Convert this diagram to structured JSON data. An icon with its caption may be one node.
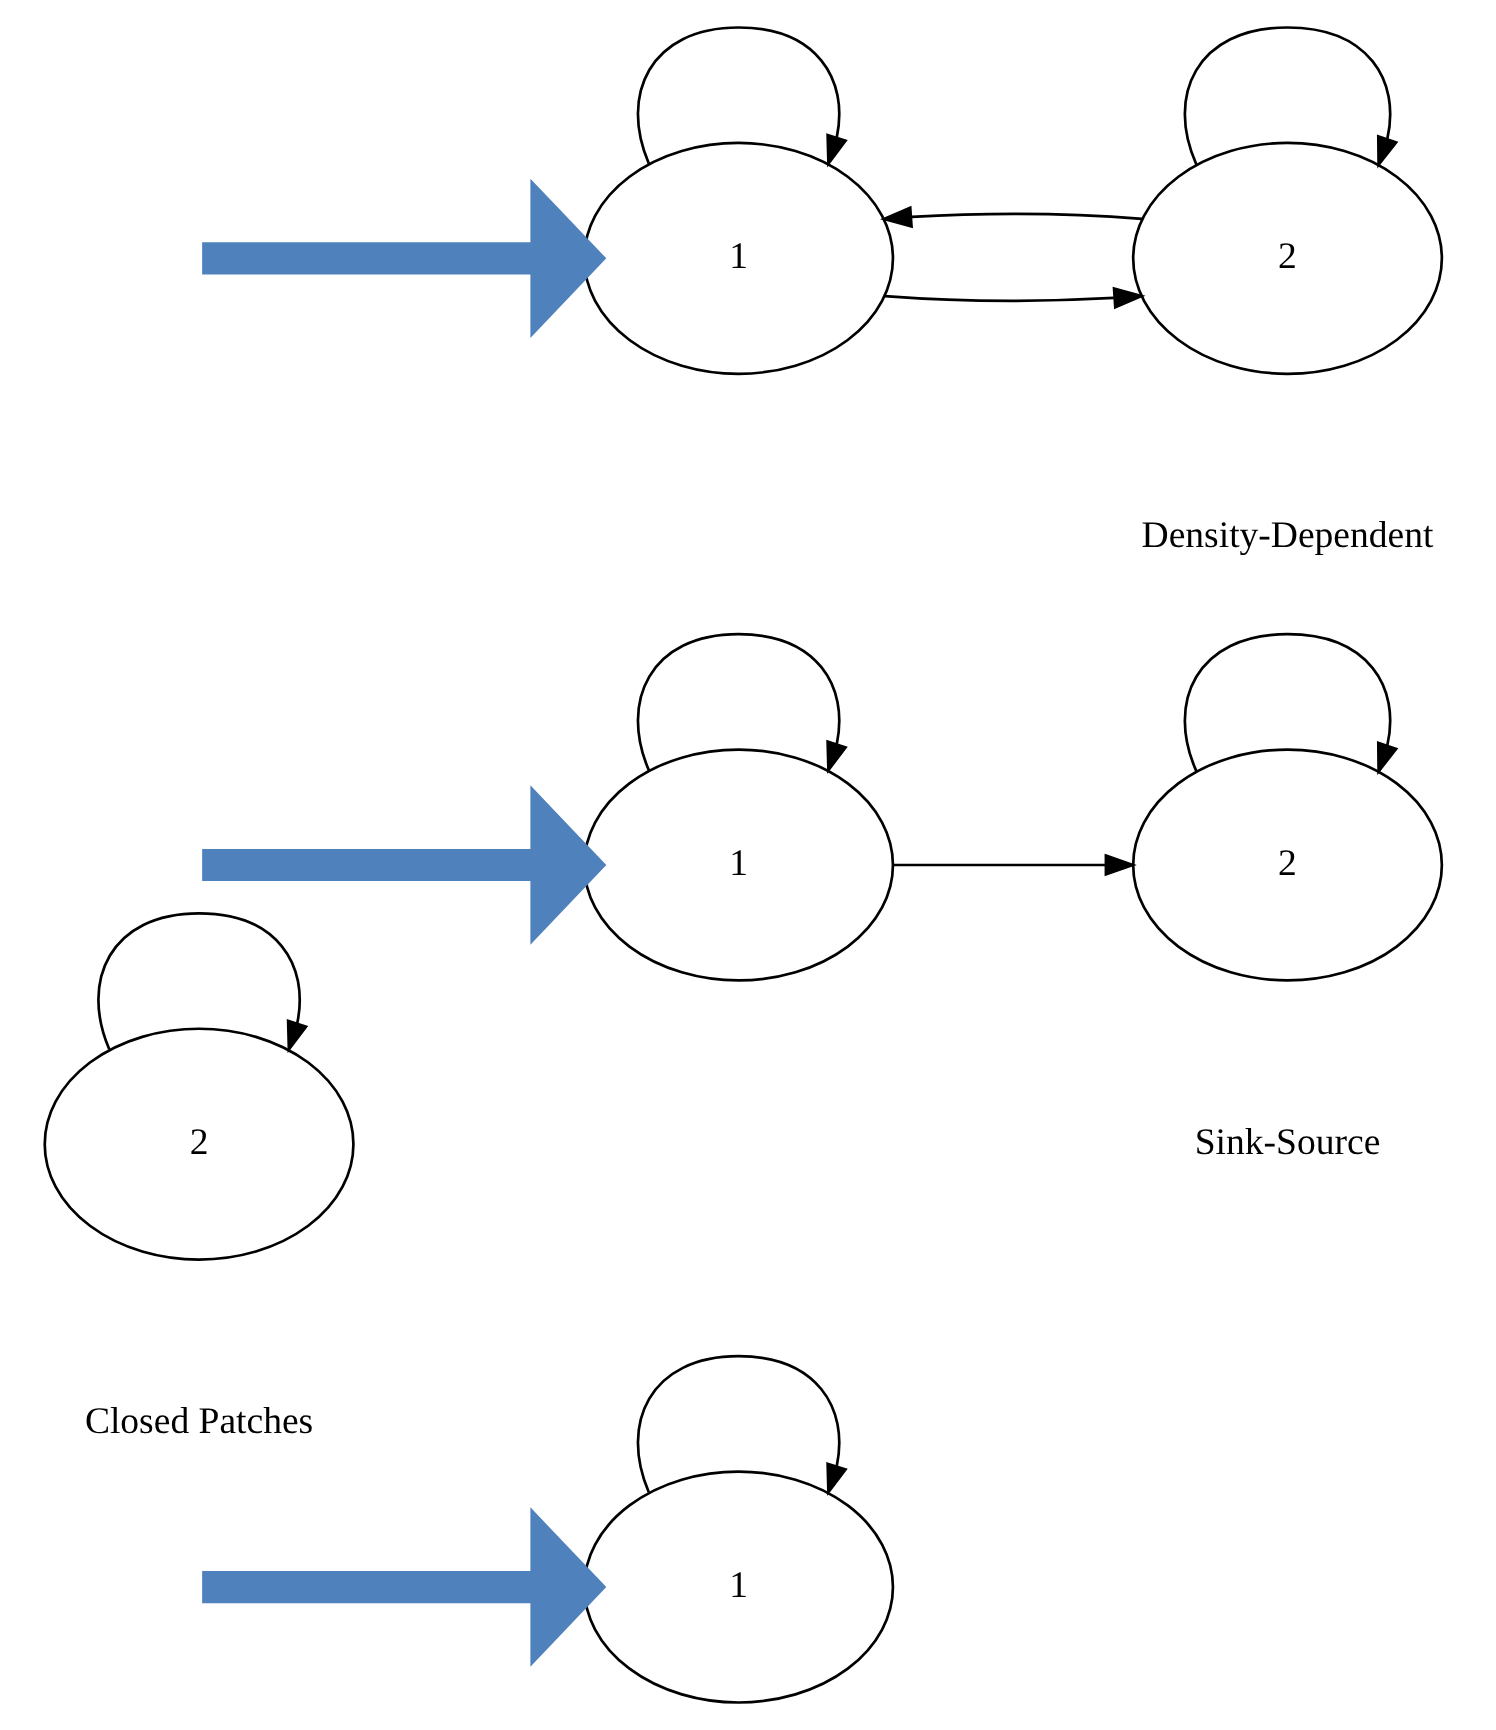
{
  "diagram": {
    "nodes": [
      {
        "text": [
          "1"
        ]
      },
      {
        "text": [
          "2"
        ]
      },
      {
        "text": [
          "1"
        ]
      },
      {
        "text": [
          "2"
        ]
      },
      {
        "text": [
          "1"
        ]
      },
      {
        "text": [
          "2"
        ]
      }
    ],
    "edges": [
      {
        "from": null,
        "to": 0,
        "arrow": "to",
        "style": "thick",
        "color": "#4f81bd"
      },
      {
        "from": 0,
        "to": 0,
        "arrow": "to"
      },
      {
        "from": 1,
        "to": 1,
        "arrow": "to"
      },
      {
        "from": null,
        "to": 2,
        "arrow": "to",
        "style": "thick",
        "color": "#4f81bd"
      },
      {
        "from": 2,
        "to": 2,
        "arrow": "to"
      },
      {
        "from": 3,
        "to": 3,
        "arrow": "to"
      },
      {
        "from": 2,
        "to": 3,
        "arrow": "to"
      },
      {
        "from": null,
        "to": 4,
        "arrow": "to",
        "style": "thick",
        "color": "#4f81bd"
      },
      {
        "from": 4,
        "to": 4,
        "arrow": "to"
      },
      {
        "from": 5,
        "to": 5,
        "arrow": "to"
      },
      {
        "from": 4,
        "to": 5,
        "arrow": "to"
      },
      {
        "from": 5,
        "to": 4,
        "arrow": "to"
      }
    ],
    "labels": [
      "Closed Patches",
      "Sink-Source",
      "Density-Dependent"
    ]
  }
}
